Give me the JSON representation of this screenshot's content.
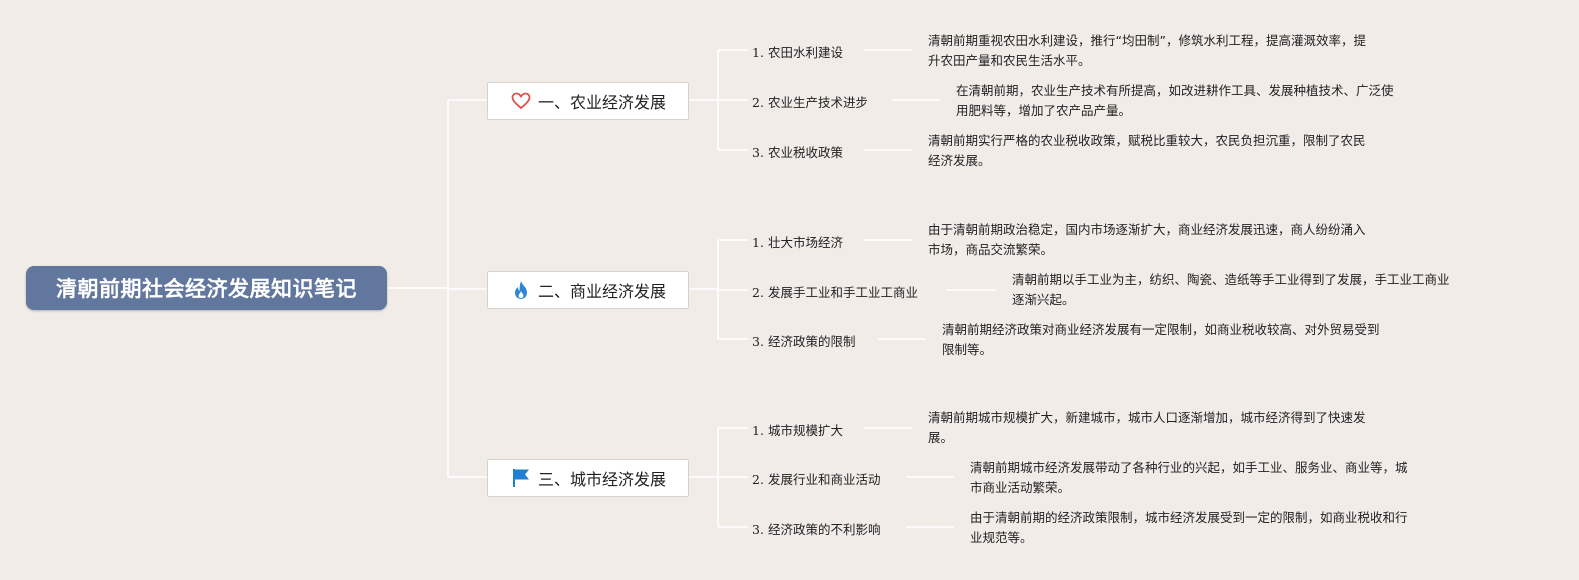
{
  "title": "清朝前期社会经济发展知识笔记",
  "branches": [
    {
      "icon": "heart-icon",
      "label": "一、农业经济发展",
      "items": [
        {
          "num": "1.",
          "label": "农田水利建设",
          "note": "清朝前期重视农田水利建设，推行“均田制”，修筑水利工程，提高灌溉效率，提\n升农田产量和农民生活水平。"
        },
        {
          "num": "2.",
          "label": "农业生产技术进步",
          "note": "在清朝前期，农业生产技术有所提高，如改进耕作工具、发展种植技术、广泛使\n用肥料等，增加了农产品产量。"
        },
        {
          "num": "3.",
          "label": "农业税收政策",
          "note": "清朝前期实行严格的农业税收政策，赋税比重较大，农民负担沉重，限制了农民\n经济发展。"
        }
      ]
    },
    {
      "icon": "fire-icon",
      "label": "二、商业经济发展",
      "items": [
        {
          "num": "1.",
          "label": "壮大市场经济",
          "note": "由于清朝前期政治稳定，国内市场逐渐扩大，商业经济发展迅速，商人纷纷涌入\n市场，商品交流繁荣。"
        },
        {
          "num": "2.",
          "label": "发展手工业和手工业工商业",
          "note": "清朝前期以手工业为主，纺织、陶瓷、造纸等手工业得到了发展，手工业工商业\n逐渐兴起。"
        },
        {
          "num": "3.",
          "label": "经济政策的限制",
          "note": "清朝前期经济政策对商业经济发展有一定限制，如商业税收较高、对外贸易受到\n限制等。"
        }
      ]
    },
    {
      "icon": "flag-icon",
      "label": "三、城市经济发展",
      "items": [
        {
          "num": "1.",
          "label": "城市规模扩大",
          "note": "清朝前期城市规模扩大，新建城市，城市人口逐渐增加，城市经济得到了快速发\n展。"
        },
        {
          "num": "2.",
          "label": "发展行业和商业活动",
          "note": "清朝前期城市经济发展带动了各种行业的兴起，如手工业、服务业、商业等，城\n市商业活动繁荣。"
        },
        {
          "num": "3.",
          "label": "经济政策的不利影响",
          "note": "由于清朝前期的经济政策限制，城市经济发展受到一定的限制，如商业税收和行\n业规范等。"
        }
      ]
    }
  ],
  "colors": {
    "background": "#f1ece8",
    "root_fill": "#61779e",
    "line": "#ffffff",
    "heart": "#d9534f",
    "fire": "#2f86d6",
    "flag": "#1f7fd1"
  }
}
